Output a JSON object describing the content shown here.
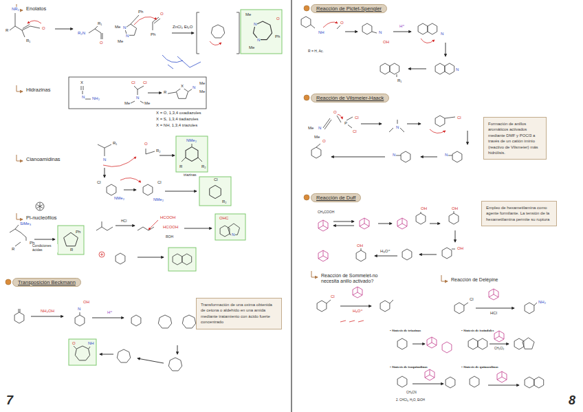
{
  "diagram": {
    "nodes": [
      {
        "text": [
          "Transposición Beckmann"
        ]
      },
      {
        "text": [
          "Transformación de una oxima obtenida de cetona o aldehído en una amida mediante tratamiento con ácido fuerte concentrado"
        ]
      },
      {
        "text": [
          "Reacción de Pictet-Spengler"
        ]
      },
      {
        "text": [
          "Reacción de Vilsmeier-Haack"
        ]
      },
      {
        "text": [
          "Formación de anillos aromáticos activados mediante DMF y POCl3 a través de un catión iminio (reactivo de Vilsmeier) más hidrólisis."
        ]
      },
      {
        "text": [
          "Reacción de Duff"
        ]
      },
      {
        "text": [
          "Empleo de hexametilamina como agente formilante. La tensión de la hexametilamina permite su ruptura"
        ]
      }
    ],
    "labels": [
      "Enolatos",
      "NR₂",
      "R",
      "R₁",
      "O",
      "R₂N",
      "R₁",
      "O",
      "Ph",
      "Me",
      "N",
      "N",
      "Me",
      "O",
      "Ph",
      "ZnCl₂ Et₂O",
      "Me",
      "N",
      "O",
      "Ph",
      "N",
      "Me",
      "Hidrazinas",
      "X",
      "N",
      "NH₂",
      "Cl",
      "Cl",
      "Me",
      "N",
      "Me",
      "R",
      "X",
      "N",
      "Me",
      "Me",
      "X = O, 1,3,4 oxadiazoles",
      "X = S, 1,3,4 tiadiazoles",
      "X = NH, 1,3,4 triazoles",
      "Cianoamidinas",
      "N",
      "R₁",
      "O",
      "R₂",
      "NMe₂",
      "R",
      "R₂",
      "triazinas",
      "Cl",
      "NMe₂",
      "Cl",
      "NMe₂",
      "Cl",
      "R₂",
      "Pi-nucleófilos",
      "SiMe₃",
      "Ph",
      "R",
      "Ph",
      "R",
      "Condiciones ácidas",
      "HCl",
      "HCOOH",
      "HCOOH",
      "ROH",
      "OHC",
      "N",
      "NH₂OH",
      "OH",
      "N",
      "H⁺",
      "O",
      "NH",
      "7",
      "R = H, Ac.",
      "NH",
      "O",
      "N",
      "OH",
      "H⁺",
      "N",
      "N",
      "R₁",
      "Me",
      "N",
      "Me",
      "O",
      "P",
      "Cl",
      "Cl",
      "N",
      "Cl",
      "N",
      "O",
      "N",
      "CH₃COOH",
      "OH",
      "OH",
      "OH",
      "H₃O⁺",
      "OH",
      "Reacción de Sommelet-no necesita anillo activado?",
      "Cl",
      "H₃O⁺",
      "Reacción de Delépine",
      "Cl",
      "HCl",
      "NH₂",
      "• Síntesis de triazinas",
      "• Síntesis de isoindoles",
      "CH₂Cl₂",
      "• Síntesis de isoquinolinas",
      "• Síntesis de quinazolinas",
      "CH₃CN",
      "2. CHCl₃, H₂O, EtOH",
      "8"
    ]
  }
}
